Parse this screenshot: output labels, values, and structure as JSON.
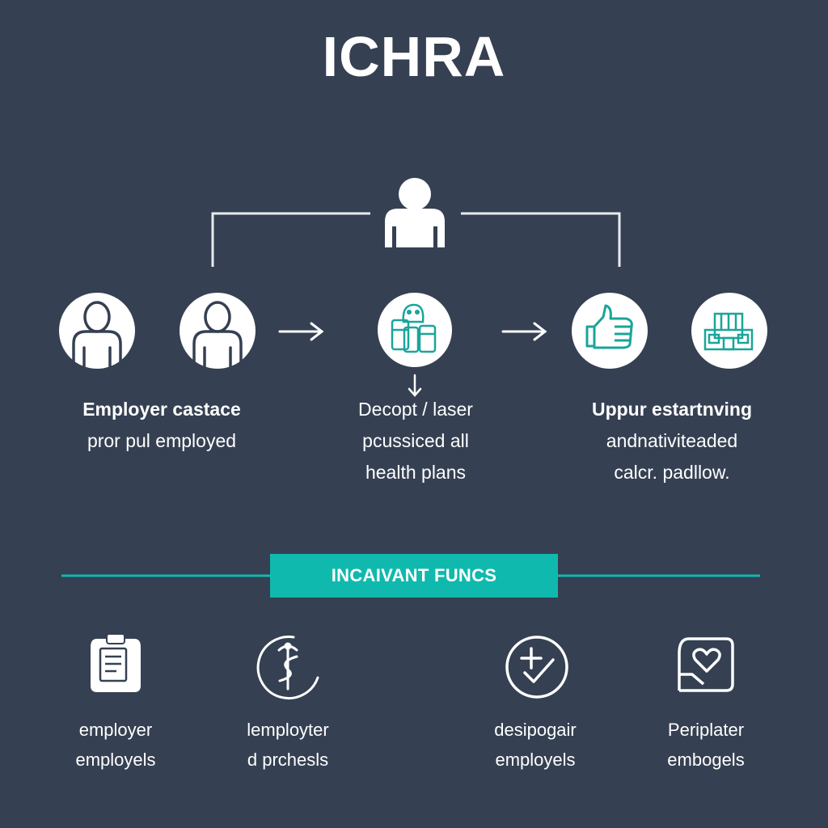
{
  "title": "ICHRA",
  "colors": {
    "background": "#354052",
    "accent": "#10b9ad",
    "icon_teal": "#1aa59a",
    "line": "#e8ecf0"
  },
  "top_icon": "person-icon",
  "columns": [
    {
      "icons": [
        "person-icon",
        "person-icon"
      ],
      "lines": [
        "Employer castace",
        "pror pul employed"
      ]
    },
    {
      "icons": [
        "health-plans-icon"
      ],
      "lines": [
        "Decopt / laser",
        "pcussiced all",
        "health plans"
      ]
    },
    {
      "icons": [
        "thumbs-up-icon",
        "building-icon"
      ],
      "lines": [
        "Uppur estartnving",
        "andnativiteaded",
        "calcr. padllow."
      ]
    }
  ],
  "banner": "INCAIVANT FUNCS",
  "bottom_items": [
    {
      "icon": "clipboard-icon",
      "lines": [
        "employer",
        "employels"
      ]
    },
    {
      "icon": "caduceus-icon",
      "lines": [
        "lemployter",
        "d prchesls"
      ]
    },
    {
      "icon": "medical-check-icon",
      "lines": [
        "desipogair",
        "employels"
      ]
    },
    {
      "icon": "heart-document-icon",
      "lines": [
        "Periplater",
        "embogels"
      ]
    }
  ]
}
